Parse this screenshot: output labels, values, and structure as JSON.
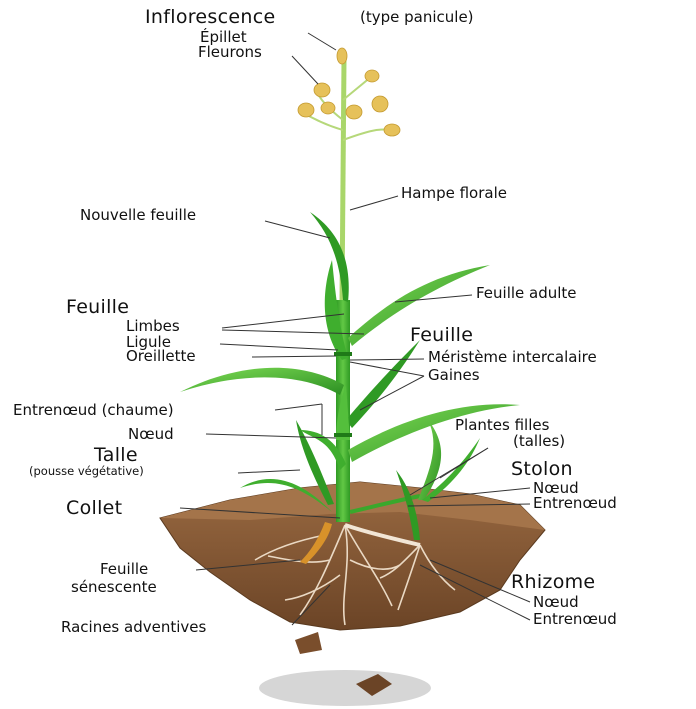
{
  "labels": {
    "inflorescence": "Inflorescence",
    "type_panicule": "(type panicule)",
    "epillet": "Épillet",
    "fleurons": "Fleurons",
    "hampe_florale": "Hampe florale",
    "nouvelle_feuille": "Nouvelle feuille",
    "feuille_adulte": "Feuille adulte",
    "feuille_left": "Feuille",
    "limbes": "Limbes",
    "ligule": "Ligule",
    "oreillette": "Oreillette",
    "feuille_right": "Feuille",
    "meristeme": "Méristème intercalaire",
    "gaines": "Gaines",
    "entrenoeud_chaume": "Entrenœud (chaume)",
    "noeud_left": "Nœud",
    "plantes_filles": "Plantes filles",
    "talles": "(talles)",
    "talle": "Talle",
    "pousse_vegetative": "(pousse végétative)",
    "stolon": "Stolon",
    "noeud_stolon": "Nœud",
    "entrenoeud_stolon": "Entrenœud",
    "collet": "Collet",
    "feuille_senescente_1": "Feuille",
    "feuille_senescente_2": "sénescente",
    "rhizome": "Rhizome",
    "noeud_rhizome": "Nœud",
    "entrenoeud_rhizome": "Entrenœud",
    "racines_adventives": "Racines adventives"
  },
  "colors": {
    "leaf_dark": "#2f9a24",
    "leaf_light": "#6fd04a",
    "stem": "#3aa82c",
    "soil": "#8a5a35",
    "soil_dark": "#5e3a20",
    "flower": "#e6c15a",
    "root": "#e8d6c0",
    "shadow": "#d9d9d9"
  }
}
